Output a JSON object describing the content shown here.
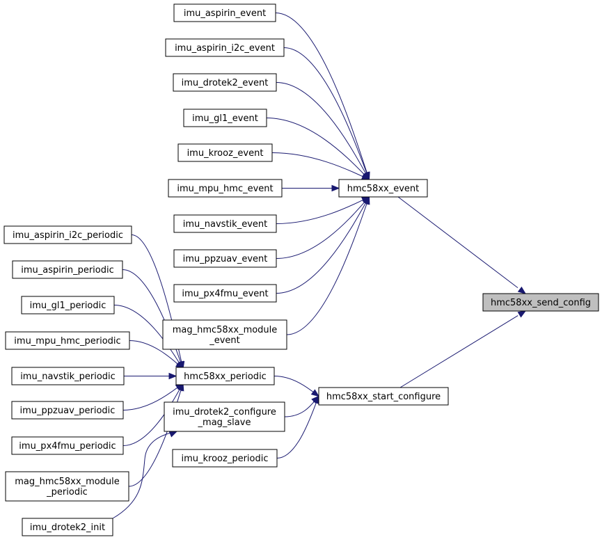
{
  "graph": {
    "nodes": [
      {
        "id": "imu_aspirin_event",
        "lines": [
          "imu_aspirin_event"
        ]
      },
      {
        "id": "imu_aspirin_i2c_event",
        "lines": [
          "imu_aspirin_i2c_event"
        ]
      },
      {
        "id": "imu_drotek2_event",
        "lines": [
          "imu_drotek2_event"
        ]
      },
      {
        "id": "imu_gl1_event",
        "lines": [
          "imu_gl1_event"
        ]
      },
      {
        "id": "imu_krooz_event",
        "lines": [
          "imu_krooz_event"
        ]
      },
      {
        "id": "imu_mpu_hmc_event",
        "lines": [
          "imu_mpu_hmc_event"
        ]
      },
      {
        "id": "imu_navstik_event",
        "lines": [
          "imu_navstik_event"
        ]
      },
      {
        "id": "imu_ppzuav_event",
        "lines": [
          "imu_ppzuav_event"
        ]
      },
      {
        "id": "imu_px4fmu_event",
        "lines": [
          "imu_px4fmu_event"
        ]
      },
      {
        "id": "mag_hmc58xx_module_event",
        "lines": [
          "mag_hmc58xx_module",
          "_event"
        ]
      },
      {
        "id": "hmc58xx_event",
        "lines": [
          "hmc58xx_event"
        ]
      },
      {
        "id": "hmc58xx_send_config",
        "lines": [
          "hmc58xx_send_config"
        ],
        "highlight": true
      },
      {
        "id": "imu_aspirin_i2c_periodic",
        "lines": [
          "imu_aspirin_i2c_periodic"
        ]
      },
      {
        "id": "imu_aspirin_periodic",
        "lines": [
          "imu_aspirin_periodic"
        ]
      },
      {
        "id": "imu_gl1_periodic",
        "lines": [
          "imu_gl1_periodic"
        ]
      },
      {
        "id": "imu_mpu_hmc_periodic",
        "lines": [
          "imu_mpu_hmc_periodic"
        ]
      },
      {
        "id": "imu_navstik_periodic",
        "lines": [
          "imu_navstik_periodic"
        ]
      },
      {
        "id": "imu_ppzuav_periodic",
        "lines": [
          "imu_ppzuav_periodic"
        ]
      },
      {
        "id": "imu_px4fmu_periodic",
        "lines": [
          "imu_px4fmu_periodic"
        ]
      },
      {
        "id": "mag_hmc58xx_module_periodic",
        "lines": [
          "mag_hmc58xx_module",
          "_periodic"
        ]
      },
      {
        "id": "imu_drotek2_init",
        "lines": [
          "imu_drotek2_init"
        ]
      },
      {
        "id": "hmc58xx_periodic",
        "lines": [
          "hmc58xx_periodic"
        ]
      },
      {
        "id": "imu_drotek2_configure_mag_slave",
        "lines": [
          "imu_drotek2_configure",
          "_mag_slave"
        ]
      },
      {
        "id": "imu_krooz_periodic",
        "lines": [
          "imu_krooz_periodic"
        ]
      },
      {
        "id": "hmc58xx_start_configure",
        "lines": [
          "hmc58xx_start_configure"
        ]
      }
    ],
    "edges": [
      {
        "from": "imu_aspirin_event",
        "to": "hmc58xx_event"
      },
      {
        "from": "imu_aspirin_i2c_event",
        "to": "hmc58xx_event"
      },
      {
        "from": "imu_drotek2_event",
        "to": "hmc58xx_event"
      },
      {
        "from": "imu_gl1_event",
        "to": "hmc58xx_event"
      },
      {
        "from": "imu_krooz_event",
        "to": "hmc58xx_event"
      },
      {
        "from": "imu_mpu_hmc_event",
        "to": "hmc58xx_event"
      },
      {
        "from": "imu_navstik_event",
        "to": "hmc58xx_event"
      },
      {
        "from": "imu_ppzuav_event",
        "to": "hmc58xx_event"
      },
      {
        "from": "imu_px4fmu_event",
        "to": "hmc58xx_event"
      },
      {
        "from": "mag_hmc58xx_module_event",
        "to": "hmc58xx_event"
      },
      {
        "from": "hmc58xx_event",
        "to": "hmc58xx_send_config"
      },
      {
        "from": "hmc58xx_start_configure",
        "to": "hmc58xx_send_config"
      },
      {
        "from": "imu_aspirin_i2c_periodic",
        "to": "hmc58xx_periodic"
      },
      {
        "from": "imu_aspirin_periodic",
        "to": "hmc58xx_periodic"
      },
      {
        "from": "imu_gl1_periodic",
        "to": "hmc58xx_periodic"
      },
      {
        "from": "imu_mpu_hmc_periodic",
        "to": "hmc58xx_periodic"
      },
      {
        "from": "imu_navstik_periodic",
        "to": "hmc58xx_periodic"
      },
      {
        "from": "imu_ppzuav_periodic",
        "to": "hmc58xx_periodic"
      },
      {
        "from": "imu_px4fmu_periodic",
        "to": "hmc58xx_periodic"
      },
      {
        "from": "mag_hmc58xx_module_periodic",
        "to": "hmc58xx_periodic"
      },
      {
        "from": "imu_drotek2_init",
        "to": "imu_drotek2_configure_mag_slave"
      },
      {
        "from": "hmc58xx_periodic",
        "to": "hmc58xx_start_configure"
      },
      {
        "from": "imu_drotek2_configure_mag_slave",
        "to": "hmc58xx_start_configure"
      },
      {
        "from": "imu_krooz_periodic",
        "to": "hmc58xx_start_configure"
      }
    ],
    "colors": {
      "edge": "#191970",
      "node_border": "#000000",
      "node_fill": "#ffffff",
      "highlight_fill": "#bfbfbf"
    }
  }
}
